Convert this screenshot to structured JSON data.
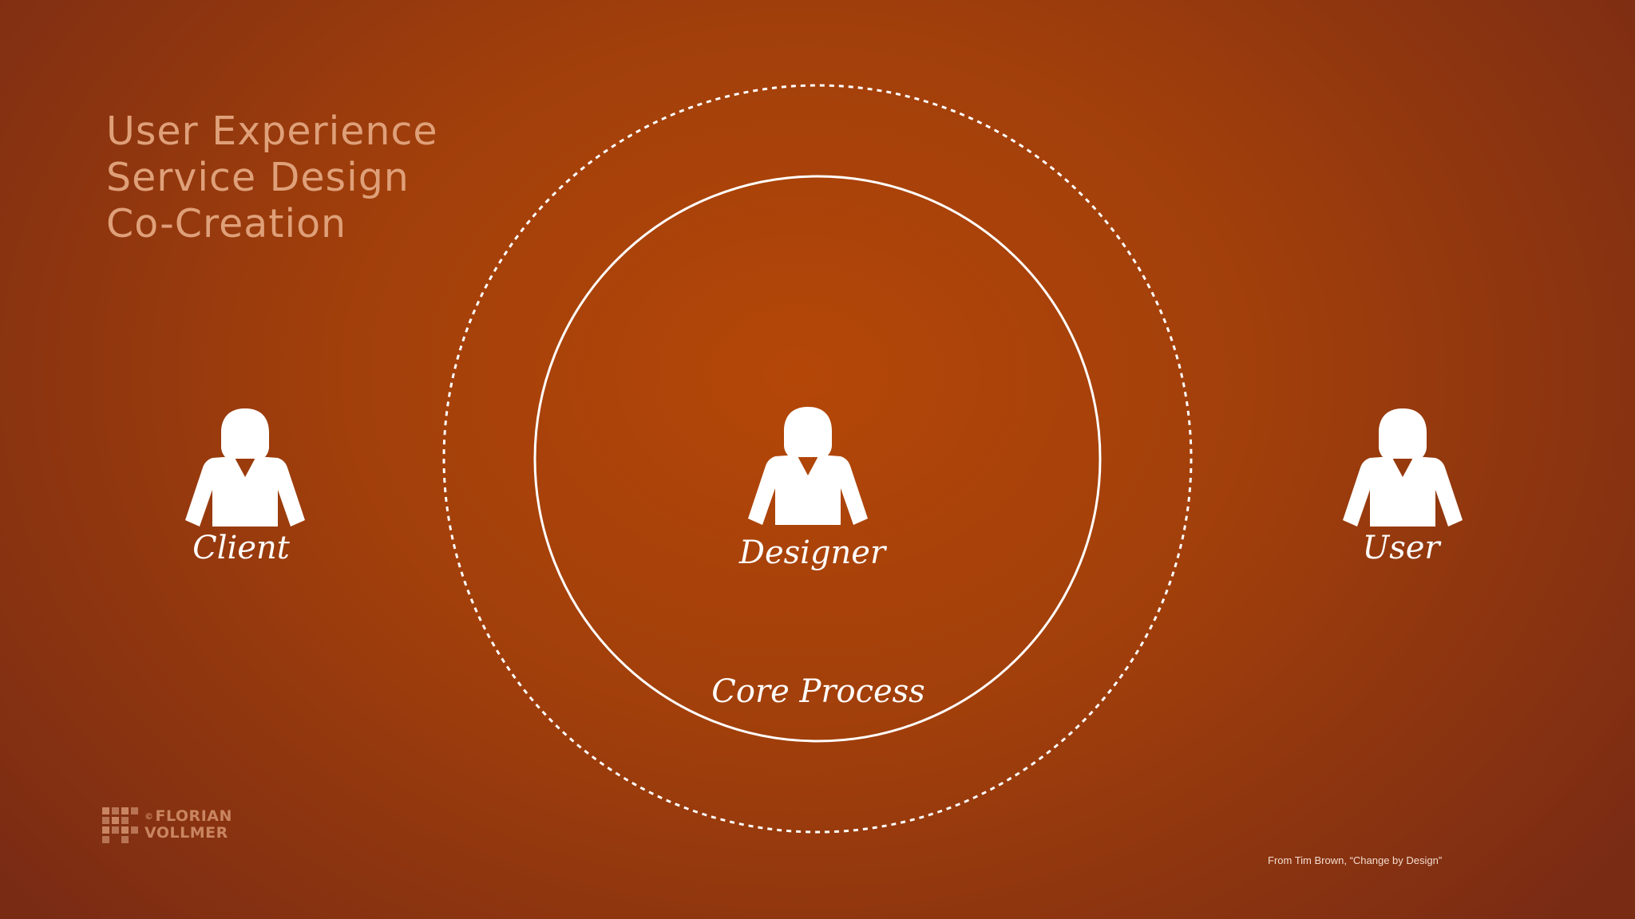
{
  "headings": [
    "User Experience",
    "Service Design",
    "Co-Creation"
  ],
  "nodes": {
    "client": {
      "label": "Client",
      "icon": "person-icon"
    },
    "designer": {
      "label": "Designer",
      "icon": "person-icon"
    },
    "user": {
      "label": "User",
      "icon": "person-icon"
    }
  },
  "circles": {
    "inner": {
      "label": "Core Process",
      "style": "solid"
    },
    "outer": {
      "style": "dashed"
    }
  },
  "logo": {
    "line1": "FLORIAN",
    "line2": "VOLLMER",
    "mark": "©"
  },
  "citation": "From Tim Brown, “Change by Design”",
  "colors": {
    "background": "#a13f0b",
    "heading": "#dfa079",
    "foreground": "#ffffff"
  }
}
